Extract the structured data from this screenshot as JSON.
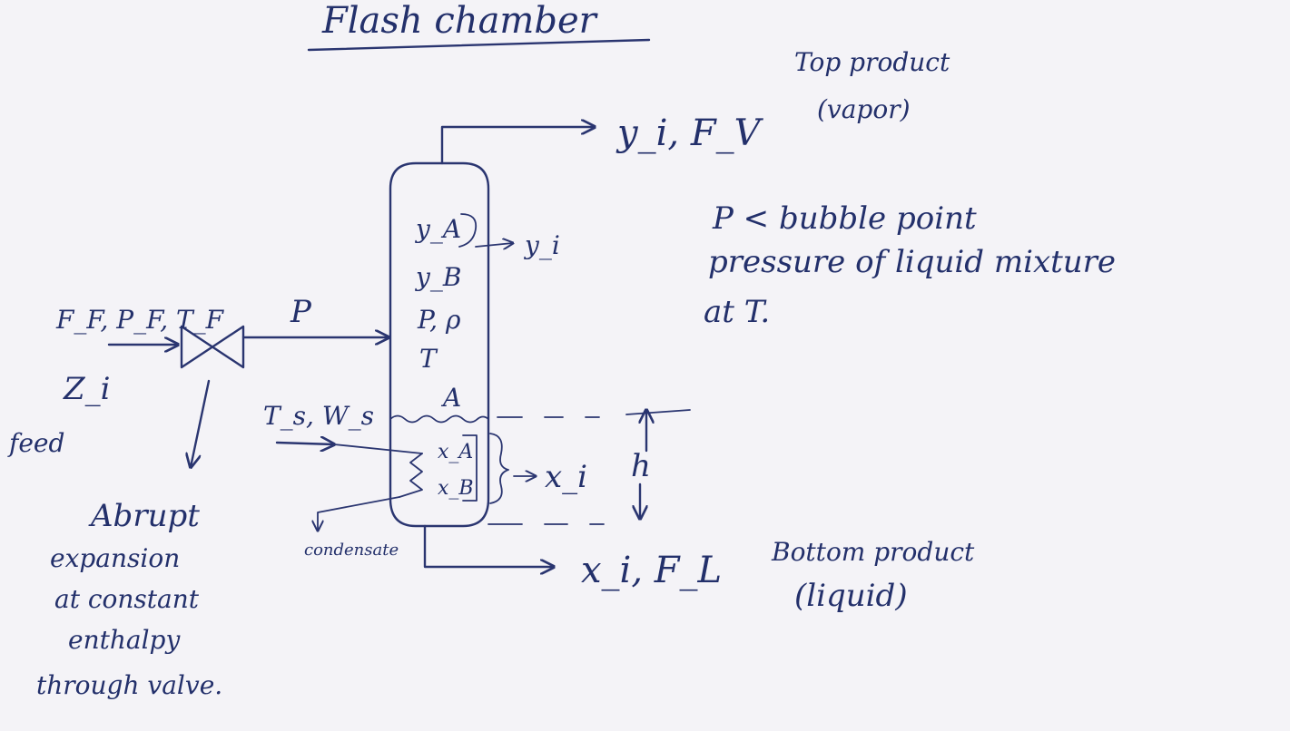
{
  "title": "Flash chamber",
  "feed": {
    "conditions": "F_F, P_F, T_F",
    "composition": "Z_i",
    "label": "feed"
  },
  "valve_outlet": "P",
  "vessel": {
    "vapor_labels": [
      "y_A",
      "y_B"
    ],
    "vapor_tap": "y_i",
    "state_p_rho": "P, ρ",
    "state_t": "T",
    "area": "A",
    "liquid_labels": [
      "x_A",
      "x_B"
    ],
    "liquid_tap": "x_i",
    "level": "h"
  },
  "steam": {
    "inlet": "T_s, W_s",
    "outlet": "condensate"
  },
  "top_outlet": {
    "streams": "y_i, F_V",
    "name": "Top product",
    "phase": "(vapor)"
  },
  "bottom_outlet": {
    "streams": "x_i, F_L",
    "name": "Bottom product",
    "phase": "(liquid)"
  },
  "note": [
    "P < bubble point",
    "pressure of liquid mixture",
    "at T."
  ],
  "valve_note": [
    "Abrupt",
    "expansion",
    "at constant",
    "enthalpy",
    "through valve."
  ]
}
